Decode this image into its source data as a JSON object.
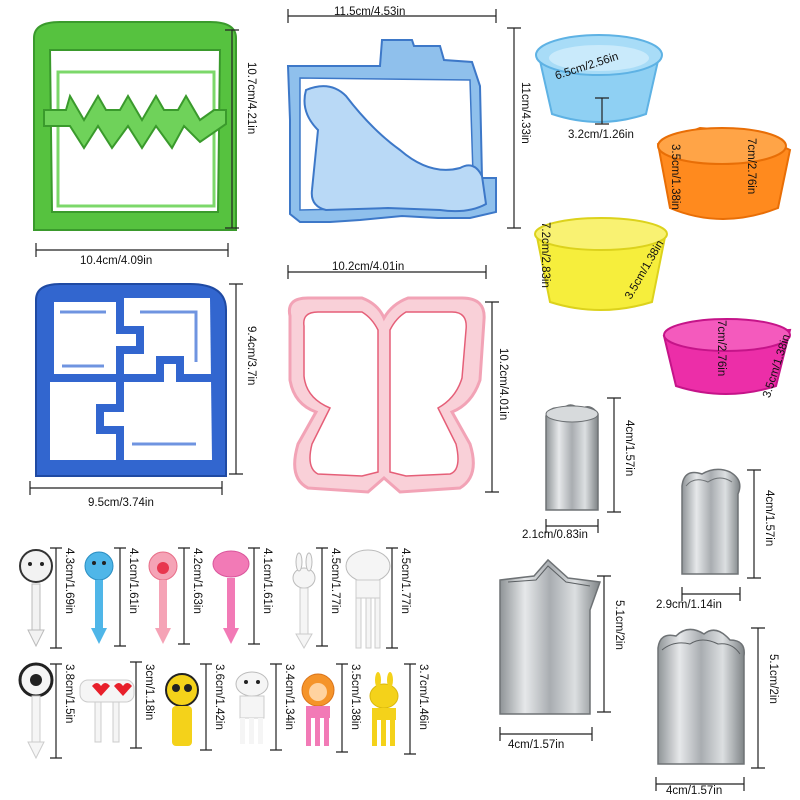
{
  "labels": {
    "green_w": "10.4cm/4.09in",
    "green_h": "10.7cm/4.21in",
    "dino_w": "11.5cm/4.53in",
    "dino_h": "11cm/4.33in",
    "puzzle_w": "9.5cm/3.74in",
    "puzzle_h": "9.4cm/3.7in",
    "butterfly_w": "10.2cm/4.01in",
    "butterfly_h": "10.2cm/4.01in",
    "blue_cup_d": "6.5cm/2.56in",
    "blue_cup_h": "3.2cm/1.26in",
    "orange_d": "7cm/2.76in",
    "orange_h": "3.5cm/1.38in",
    "yellow_d": "7.2cm/2.83in",
    "yellow_h": "3.5cm/1.38in",
    "pink_d": "7cm/2.76in",
    "pink_h": "3.5cm/1.38in",
    "flower_small_h": "4cm/1.57in",
    "flower_small_w": "2.1cm/0.83in",
    "heart_h": "4cm/1.57in",
    "heart_w": "2.9cm/1.14in",
    "star_h": "5.1cm/2in",
    "star_w": "4cm/1.57in",
    "flower_big_h": "5.1cm/2in",
    "flower_big_w": "4cm/1.57in",
    "pick_lion": "4.3cm/1.69in",
    "pick_bear": "4.1cm/1.61in",
    "pick_giraffe": "4.2cm/1.63in",
    "pick_elephant": "4.1cm/1.61in",
    "pick_rabbit": "4.5cm/1.77in",
    "pick_elephant2": "4.5cm/1.77in",
    "pick_eye": "3.8cm/1.5in",
    "pick_hearts": "3cm/1.18in",
    "pick_panda": "3.6cm/1.42in",
    "pick_frog": "3.4cm/1.34in",
    "pick_lion2": "3.5cm/1.38in",
    "pick_deer": "3.7cm/1.46in"
  },
  "colors": {
    "green_cutter": "#4fb83d",
    "blue_cutter": "#5a92d6",
    "puzzle_blue": "#2a5fc4",
    "butterfly_pink": "#f4b8c4",
    "cup_blue": "#7fc6ee",
    "cup_orange": "#ff8a1e",
    "cup_yellow": "#f5ec3a",
    "cup_pink": "#ec2ea8",
    "steel": "#b8bcc0"
  }
}
